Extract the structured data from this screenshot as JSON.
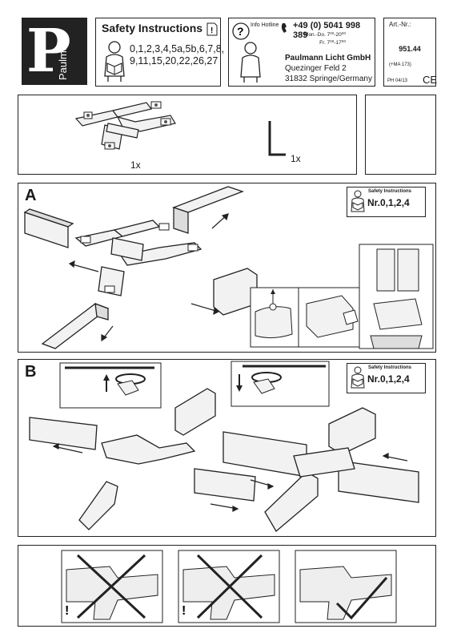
{
  "header": {
    "brand_letter": "P",
    "brand_name": "Paulmann",
    "safety_title": "Safety Instructions",
    "safety_numbers_line1": "0,1,2,3,4,5a,5b,6,7,8,",
    "safety_numbers_line2": "9,11,15,20,22,26,27",
    "hotline_label": "Info Hotline",
    "hotline_phone": "+49 (0) 5041 998 389",
    "hotline_hours_1": "Mon.-Do. 7⁰⁰-20⁰⁰",
    "hotline_hours_2": "Fr.  7⁰⁰-17⁰⁰",
    "company_name": "Paulmann Licht GmbH",
    "company_street": "Quezinger Feld 2",
    "company_city": "31832 Springe/Germany",
    "article_label": "Art.-Nr.:",
    "article_number": "951.44",
    "ma_code": "(+MA 173)",
    "date_code": "PH 04/13",
    "ce_mark": "CE"
  },
  "contents": {
    "connector_qty": "1x",
    "tool_qty": "1x"
  },
  "section_a": {
    "letter": "A",
    "safety_title": "Safety Instructions",
    "safety_numbers": "Nr.0,1,2,4"
  },
  "section_b": {
    "letter": "B",
    "safety_title": "Safety Instructions",
    "safety_numbers": "Nr.0,1,2,4"
  },
  "colors": {
    "line": "#222222",
    "rail_fill": "#f2f2f2",
    "rail_dark": "#555555"
  }
}
